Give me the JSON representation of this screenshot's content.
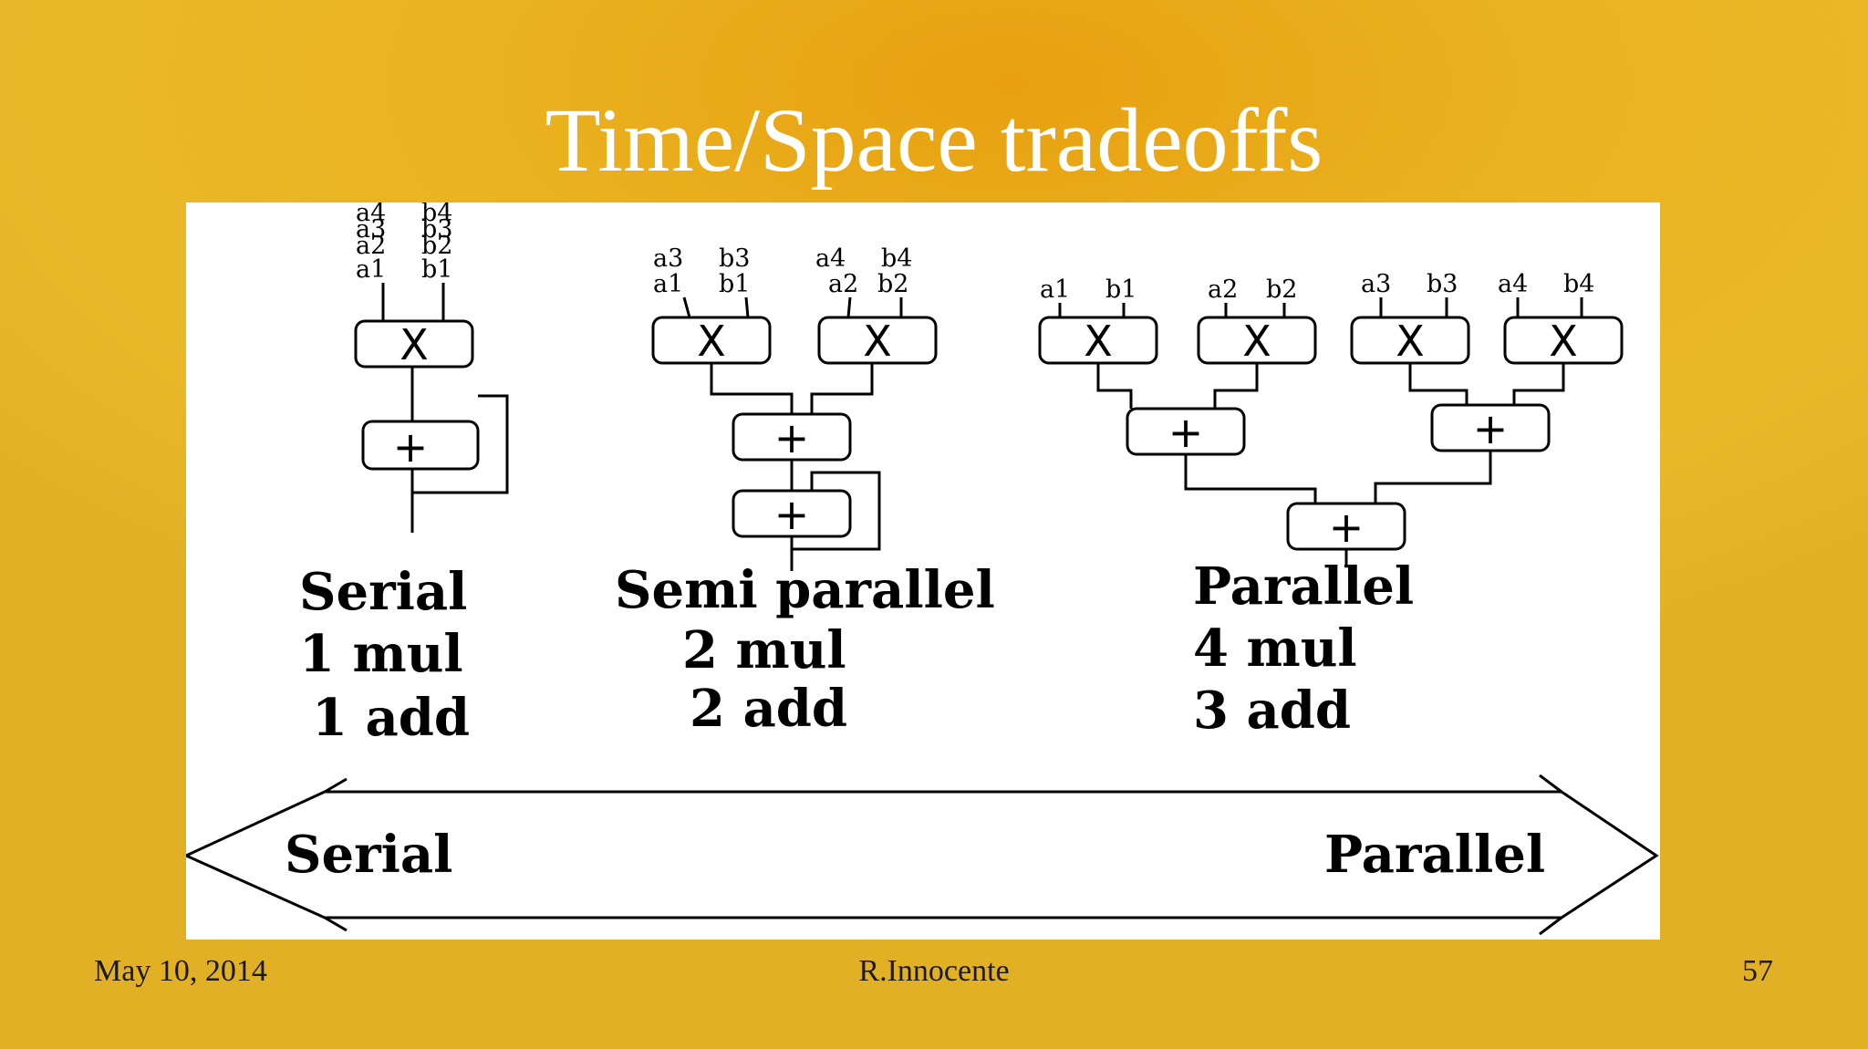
{
  "slide": {
    "title": "Time/Space tradeoffs"
  },
  "figure": {
    "serial": {
      "inputs_a": [
        "a4",
        "a3",
        "a2",
        "a1"
      ],
      "inputs_b": [
        "b4",
        "b3",
        "b2",
        "b1"
      ],
      "mul_symbol": "X",
      "add_symbol": "+",
      "title": "Serial",
      "muls": "1 mul",
      "adds": "1 add"
    },
    "semi_parallel": {
      "left_inputs": [
        "a3",
        "b3",
        "a1",
        "b1"
      ],
      "right_inputs": [
        "a4",
        "b4",
        "a2",
        "b2"
      ],
      "mul_symbol": "X",
      "add_symbol": "+",
      "title": "Semi parallel",
      "muls": "2 mul",
      "adds": "2 add"
    },
    "parallel": {
      "inputs": [
        [
          "a1",
          "b1"
        ],
        [
          "a2",
          "b2"
        ],
        [
          "a3",
          "b3"
        ],
        [
          "a4",
          "b4"
        ]
      ],
      "mul_symbol": "X",
      "add_symbol": "+",
      "title": "Parallel",
      "muls": "4 mul",
      "adds": "3 add"
    },
    "arrow": {
      "left_label": "Serial",
      "right_label": "Parallel"
    }
  },
  "footer": {
    "date": "May 10, 2014",
    "author": "R.Innocente",
    "page": "57"
  }
}
